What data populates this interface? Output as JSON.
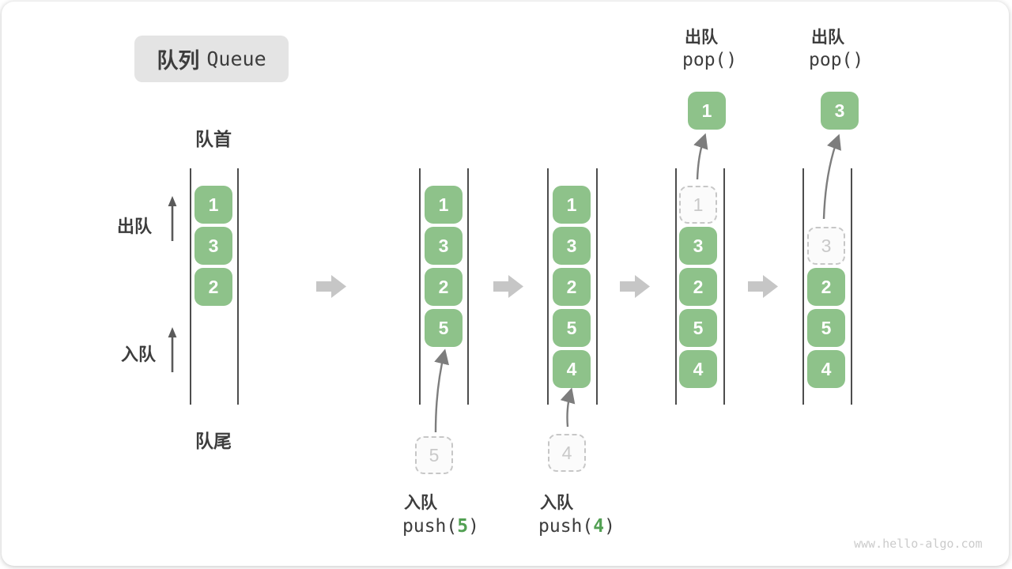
{
  "title": {
    "zh": "队列",
    "en": "Queue"
  },
  "labels": {
    "front": "队首",
    "rear": "队尾",
    "dequeue": "出队",
    "enqueue": "入队"
  },
  "states": [
    {
      "name": "initial",
      "boxes": [
        "1",
        "3",
        "2"
      ]
    },
    {
      "name": "after-push-5",
      "boxes": [
        "1",
        "3",
        "2",
        "5"
      ],
      "incoming": "5",
      "op": {
        "action": "入队",
        "pre": "push(",
        "arg": "5",
        "post": ")"
      }
    },
    {
      "name": "after-push-4",
      "boxes": [
        "1",
        "3",
        "2",
        "5",
        "4"
      ],
      "incoming": "4",
      "op": {
        "action": "入队",
        "pre": "push(",
        "arg": "4",
        "post": ")"
      }
    },
    {
      "name": "after-pop-1",
      "ghost": "1",
      "popped": "1",
      "boxes": [
        "3",
        "2",
        "5",
        "4"
      ],
      "op": {
        "action": "出队",
        "call": "pop()"
      }
    },
    {
      "name": "after-pop-3",
      "ghost": "3",
      "popped": "3",
      "boxes": [
        "2",
        "5",
        "4"
      ],
      "op": {
        "action": "出队",
        "call": "pop()"
      }
    }
  ],
  "colors": {
    "box_green": "#8EC28A",
    "accent_green": "#52A053",
    "block_arrow_gray": "#C6C6C6",
    "wall_line": "#4D4D4D",
    "text_dark": "#3D3D3D",
    "ghost_gray": "#C9C9C9",
    "title_bg": "#E4E4E4"
  },
  "watermark": "www.hello-algo.com"
}
